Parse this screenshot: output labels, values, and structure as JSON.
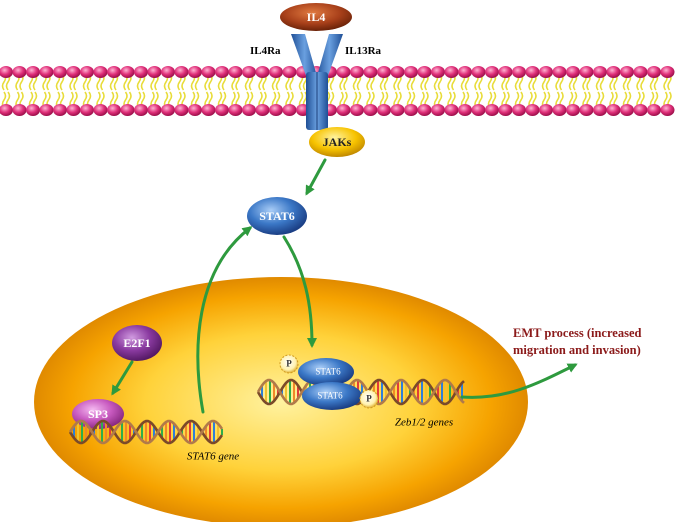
{
  "membrane": {
    "ligand": "IL4",
    "receptor_left": "IL4Ra",
    "receptor_right": "IL13Ra",
    "kinase": "JAKs"
  },
  "cytoplasm": {
    "stat": "STAT6"
  },
  "nucleus": {
    "e2f1": "E2F1",
    "sp3": "SP3",
    "stat6_gene": "STAT6 gene",
    "pstat6_top": "STAT6",
    "pstat6_bottom": "STAT6",
    "phospho": "P",
    "zeb_genes": "Zeb1/2 genes"
  },
  "outcome": {
    "line1": "EMT process (increased",
    "line2": "migration and invasion)"
  },
  "colors": {
    "membrane_head": "#e0307a",
    "membrane_tail": "#f2e84a",
    "receptor": "#3a72b8",
    "arrow": "#2e9a3e",
    "nucleus_outer": "#f6a300",
    "nucleus_inner": "#ffe060",
    "outcome_text": "#8b1a1a"
  }
}
